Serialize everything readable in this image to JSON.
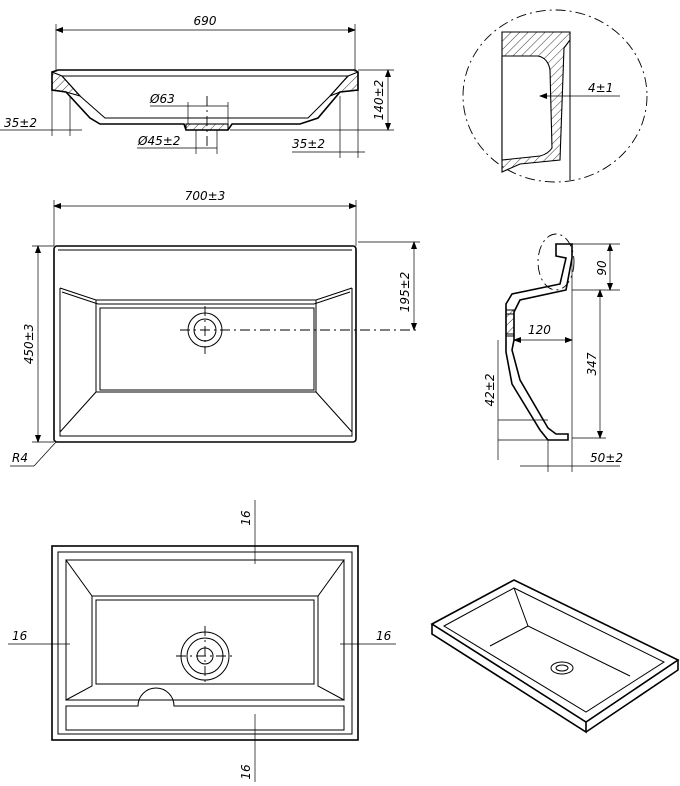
{
  "dimensions": {
    "side_width": "690",
    "side_height": "140±2",
    "drain_diameter": "Ø63",
    "outlet_diameter": "Ø45±2",
    "left_offset": "35±2",
    "right_offset": "35±2",
    "wall_thickness": "4±1",
    "top_width": "700±3",
    "top_height": "450±3",
    "drain_center": "195±2",
    "corner_radius": "R4",
    "profile_top": "90",
    "profile_depth": "120",
    "profile_height": "347",
    "profile_lip": "42±2",
    "profile_base": "50±2",
    "bottom_top": "16",
    "bottom_left": "16",
    "bottom_right": "16",
    "bottom_bottom": "16"
  }
}
